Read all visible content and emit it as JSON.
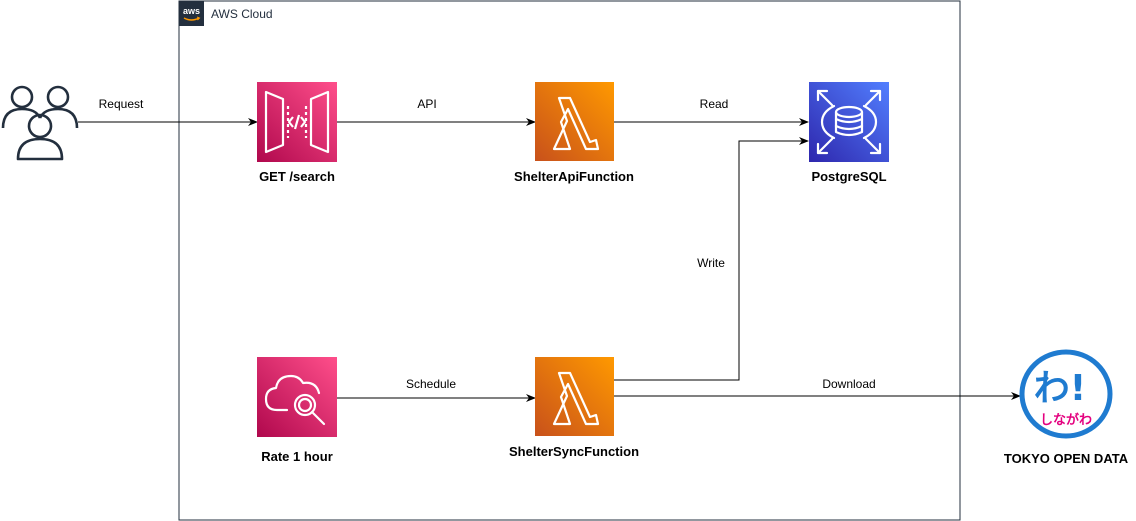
{
  "cloud": {
    "badge": "aws",
    "label": "AWS Cloud"
  },
  "nodes": {
    "users": {
      "icon": "users-icon"
    },
    "api_gateway": {
      "label": "GET /search",
      "icon": "api-gateway-icon",
      "color": "#e7157b"
    },
    "api_function": {
      "label": "ShelterApiFunction",
      "icon": "lambda-icon",
      "color": "#ed7100"
    },
    "database": {
      "label": "PostgreSQL",
      "icon": "rds-icon",
      "color": "#3b48cc"
    },
    "schedule": {
      "label": "Rate 1 hour",
      "icon": "eventbridge-schedule-icon",
      "color": "#e7157b"
    },
    "sync_function": {
      "label": "ShelterSyncFunction",
      "icon": "lambda-icon",
      "color": "#ed7100"
    },
    "open_data": {
      "label": "TOKYO OPEN DATA",
      "icon": "shinagawa-logo-icon",
      "logo_text_top": "わ!",
      "logo_text_bottom": "しながわ"
    }
  },
  "edges": {
    "request": "Request",
    "api": "API",
    "read": "Read",
    "write": "Write",
    "schedule": "Schedule",
    "download": "Download"
  }
}
